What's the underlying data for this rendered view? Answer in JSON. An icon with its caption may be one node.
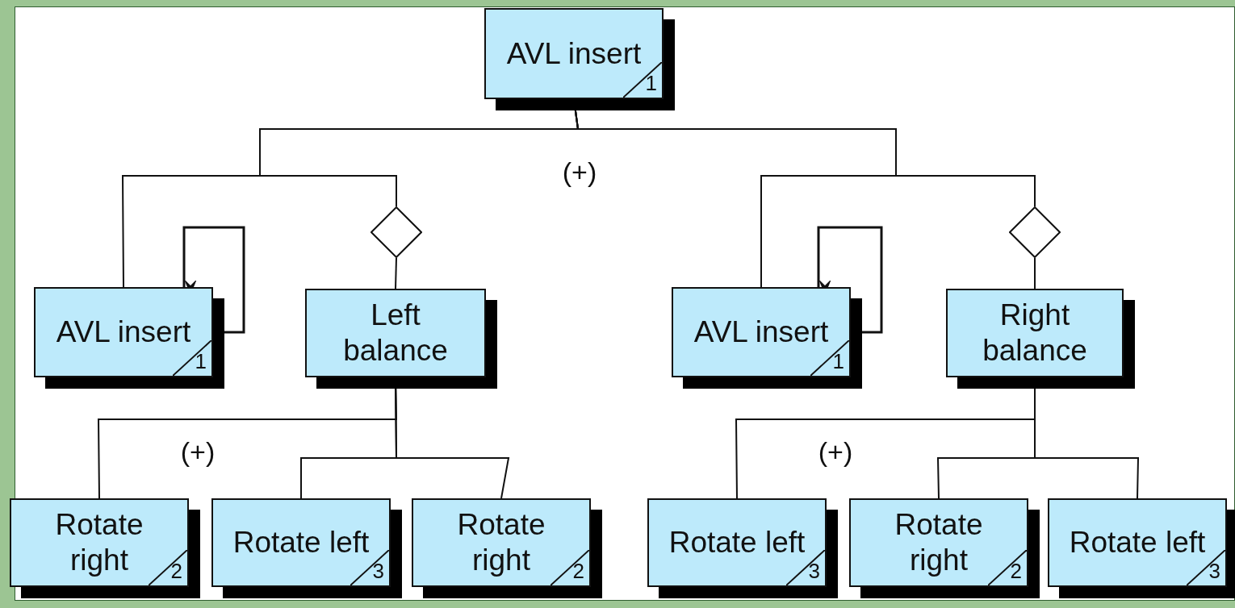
{
  "diagram": {
    "nodes": [
      {
        "text": [
          "AVL insert",
          "1"
        ]
      },
      {
        "text": [
          "AVL insert",
          "1"
        ]
      },
      {
        "text": [],
        "shape": "diamond"
      },
      {
        "text": [
          "Left balance"
        ]
      },
      {
        "text": [
          "Rotate right",
          "2"
        ]
      },
      {
        "text": [
          "Rotate left",
          "3"
        ]
      },
      {
        "text": [
          "Rotate right",
          "2"
        ]
      },
      {
        "text": [
          "AVL insert",
          "1"
        ]
      },
      {
        "text": [],
        "shape": "diamond"
      },
      {
        "text": [
          "Right balance"
        ]
      },
      {
        "text": [
          "Rotate left",
          "3"
        ]
      },
      {
        "text": [
          "Rotate right",
          "2"
        ]
      },
      {
        "text": [
          "Rotate left",
          "3"
        ]
      }
    ],
    "edges": [
      {
        "from": 0,
        "to": 1,
        "arrow": "none"
      },
      {
        "from": 0,
        "to": 2,
        "arrow": "none"
      },
      {
        "from": 2,
        "to": 3,
        "arrow": "none"
      },
      {
        "from": 1,
        "to": 1,
        "arrow": "to"
      },
      {
        "from": 3,
        "to": 4,
        "arrow": "none"
      },
      {
        "from": 3,
        "to": 5,
        "arrow": "none"
      },
      {
        "from": 3,
        "to": 6,
        "arrow": "none"
      },
      {
        "from": 0,
        "to": 7,
        "arrow": "none"
      },
      {
        "from": 0,
        "to": 8,
        "arrow": "none"
      },
      {
        "from": 8,
        "to": 9,
        "arrow": "none"
      },
      {
        "from": 7,
        "to": 7,
        "arrow": "to"
      },
      {
        "from": 9,
        "to": 10,
        "arrow": "none"
      },
      {
        "from": 9,
        "to": 11,
        "arrow": "none"
      },
      {
        "from": 9,
        "to": 12,
        "arrow": "none"
      }
    ],
    "labels": [
      "(+)",
      "(+)",
      "(+)"
    ]
  }
}
